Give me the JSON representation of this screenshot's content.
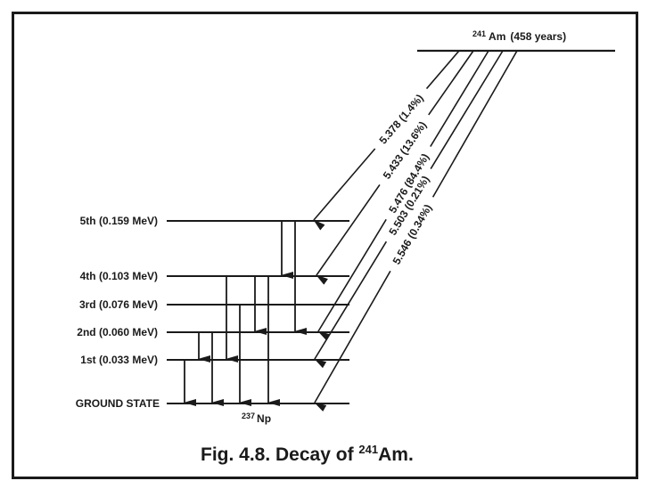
{
  "parent": {
    "mass_number": "241",
    "symbol": "Am",
    "half_life": "(458 years)"
  },
  "daughter": {
    "mass_number": "237",
    "symbol": "Np"
  },
  "levels": [
    {
      "id": "ground",
      "label": "GROUND STATE",
      "energy_mev": 0.0
    },
    {
      "id": "1st",
      "label": "1st (0.033 MeV)",
      "energy_mev": 0.033
    },
    {
      "id": "2nd",
      "label": "2nd (0.060 MeV)",
      "energy_mev": 0.06
    },
    {
      "id": "3rd",
      "label": "3rd (0.076 MeV)",
      "energy_mev": 0.076
    },
    {
      "id": "4th",
      "label": "4th (0.103 MeV)",
      "energy_mev": 0.103
    },
    {
      "id": "5th",
      "label": "5th (0.159 MeV)",
      "energy_mev": 0.159
    }
  ],
  "alpha_transitions": [
    {
      "label": "5.378 (1.4%)",
      "energy_mev": 5.378,
      "branching_pct": 1.4,
      "to": "5th"
    },
    {
      "label": "5.433 (13.6%)",
      "energy_mev": 5.433,
      "branching_pct": 13.6,
      "to": "4th"
    },
    {
      "label": "5.476 (84.4%)",
      "energy_mev": 5.476,
      "branching_pct": 84.4,
      "to": "2nd"
    },
    {
      "label": "5.503 (0.21%)",
      "energy_mev": 5.503,
      "branching_pct": 0.21,
      "to": "1st"
    },
    {
      "label": "5.546 (0.34%)",
      "energy_mev": 5.546,
      "branching_pct": 0.34,
      "to": "ground"
    }
  ],
  "gamma_transitions": [
    {
      "from": "5th",
      "to": "4th"
    },
    {
      "from": "5th",
      "to": "2nd"
    },
    {
      "from": "4th",
      "to": "1st"
    },
    {
      "from": "4th",
      "to": "2nd"
    },
    {
      "from": "4th",
      "to": "ground"
    },
    {
      "from": "3rd",
      "to": "ground"
    },
    {
      "from": "2nd",
      "to": "1st"
    },
    {
      "from": "2nd",
      "to": "ground"
    },
    {
      "from": "1st",
      "to": "ground"
    }
  ],
  "caption": {
    "prefix": "Fig. 4.8.  Decay of ",
    "mass_number": "241",
    "symbol": "Am."
  }
}
